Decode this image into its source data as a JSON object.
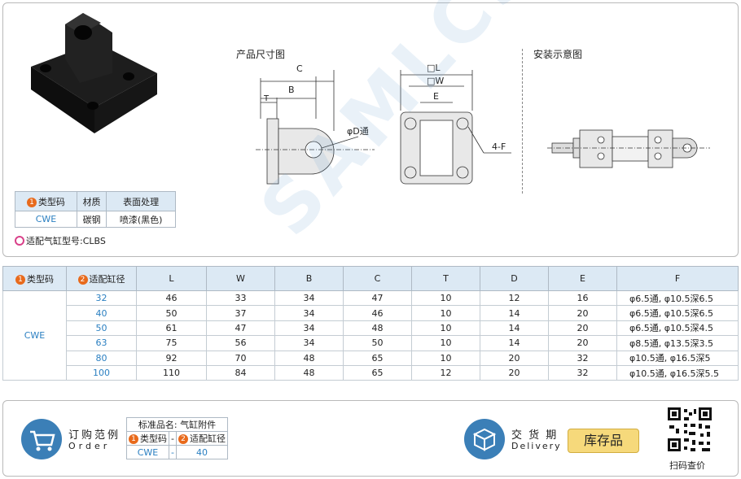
{
  "sections": {
    "dimensions_title": "产品尺寸图",
    "install_title": "安装示意图"
  },
  "material_table": {
    "headers": [
      "类型码",
      "材质",
      "表面处理"
    ],
    "badge1": "1",
    "row": [
      "CWE",
      "碳钢",
      "喷漆(黑色)"
    ]
  },
  "compat": "适配气缸型号:CLBS",
  "drawing_labels": {
    "C": "C",
    "B": "B",
    "T": "T",
    "D": "φD通",
    "L": "□L",
    "W": "□W",
    "E": "E",
    "F": "4-F"
  },
  "spec_table": {
    "headers": [
      "类型码",
      "适配缸径",
      "L",
      "W",
      "B",
      "C",
      "T",
      "D",
      "E",
      "F"
    ],
    "badge1": "1",
    "badge2": "2",
    "type_code": "CWE",
    "rows": [
      [
        "32",
        "46",
        "33",
        "34",
        "47",
        "10",
        "12",
        "16",
        "φ6.5通, φ10.5深6.5"
      ],
      [
        "40",
        "50",
        "37",
        "34",
        "46",
        "10",
        "14",
        "20",
        "φ6.5通, φ10.5深6.5"
      ],
      [
        "50",
        "61",
        "47",
        "34",
        "48",
        "10",
        "14",
        "20",
        "φ6.5通, φ10.5深4.5"
      ],
      [
        "63",
        "75",
        "56",
        "34",
        "50",
        "10",
        "14",
        "20",
        "φ8.5通, φ13.5深3.5"
      ],
      [
        "80",
        "92",
        "70",
        "48",
        "65",
        "10",
        "20",
        "32",
        "φ10.5通, φ16.5深5"
      ],
      [
        "100",
        "110",
        "84",
        "48",
        "65",
        "12",
        "20",
        "32",
        "φ10.5通, φ16.5深5.5"
      ]
    ]
  },
  "order": {
    "title_cn": "订购范例",
    "title_en": "Order",
    "std_name": "标准品名: 气缸附件",
    "type_label": "类型码",
    "dash": "-",
    "bore_label": "适配缸径",
    "type_value": "CWE",
    "bore_value": "40",
    "badge1": "1",
    "badge2": "2"
  },
  "delivery": {
    "title_cn": "交 货 期",
    "title_en": "Delivery",
    "stock": "库存品"
  },
  "qr": {
    "label": "扫码查价"
  },
  "watermark": "SAMLCS"
}
